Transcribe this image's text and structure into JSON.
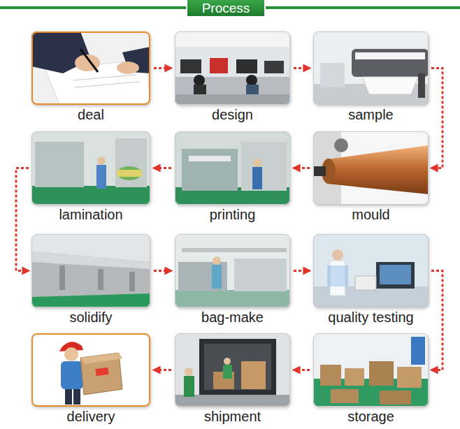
{
  "diagram": {
    "title": "Process",
    "nodes": [
      {
        "text": [
          "deal"
        ]
      },
      {
        "text": [
          "design"
        ]
      },
      {
        "text": [
          "sample"
        ]
      },
      {
        "text": [
          "mould"
        ]
      },
      {
        "text": [
          "printing"
        ]
      },
      {
        "text": [
          "lamination"
        ]
      },
      {
        "text": [
          "solidify"
        ]
      },
      {
        "text": [
          "bag-make"
        ]
      },
      {
        "text": [
          "quality testing"
        ]
      },
      {
        "text": [
          "storage"
        ]
      },
      {
        "text": [
          "shipment"
        ]
      },
      {
        "text": [
          "delivery"
        ]
      }
    ],
    "edges": [
      {
        "from": 0,
        "to": 1,
        "arrow": "to"
      },
      {
        "from": 1,
        "to": 2,
        "arrow": "to"
      },
      {
        "from": 2,
        "to": 3,
        "arrow": "to"
      },
      {
        "from": 3,
        "to": 4,
        "arrow": "to"
      },
      {
        "from": 4,
        "to": 5,
        "arrow": "to"
      },
      {
        "from": 5,
        "to": 6,
        "arrow": "to"
      },
      {
        "from": 6,
        "to": 7,
        "arrow": "to"
      },
      {
        "from": 7,
        "to": 8,
        "arrow": "to"
      },
      {
        "from": 8,
        "to": 9,
        "arrow": "to"
      },
      {
        "from": 9,
        "to": 10,
        "arrow": "to"
      },
      {
        "from": 10,
        "to": 11,
        "arrow": "to"
      }
    ]
  }
}
